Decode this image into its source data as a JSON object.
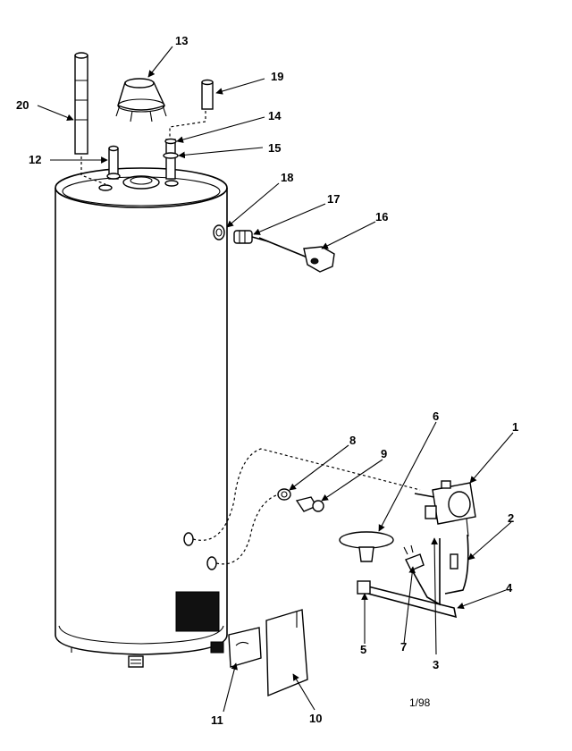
{
  "diagram": {
    "callouts": {
      "c1": "1",
      "c2": "2",
      "c3": "3",
      "c4": "4",
      "c5": "5",
      "c6": "6",
      "c7": "7",
      "c8": "8",
      "c9": "9",
      "c10": "10",
      "c11": "11",
      "c12": "12",
      "c13": "13",
      "c14": "14",
      "c15": "15",
      "c16": "16",
      "c17": "17",
      "c18": "18",
      "c19": "19",
      "c20": "20"
    },
    "date_code": "1/98"
  }
}
